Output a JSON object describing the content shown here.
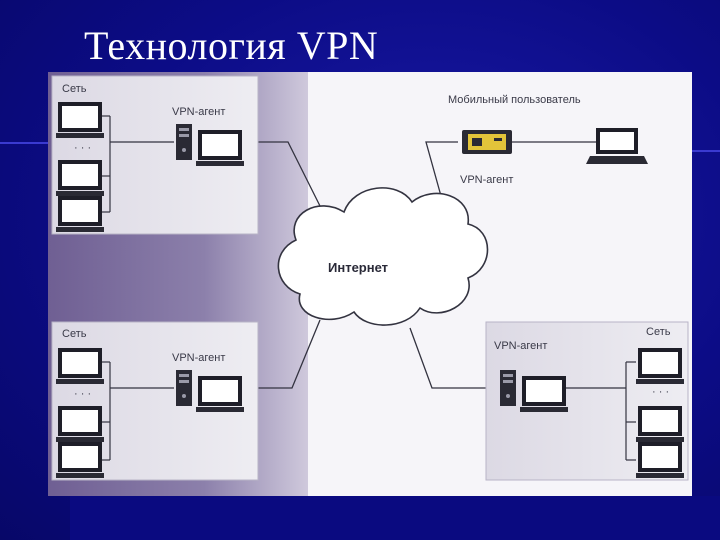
{
  "slide": {
    "title": "Технология VPN"
  },
  "diagram": {
    "cloud_label": "Интернет",
    "networks": [
      {
        "net_label": "Сеть",
        "agent_label": "VPN-агент",
        "ellipsis": "· · ·"
      },
      {
        "net_label": "Сеть",
        "agent_label": "VPN-агент",
        "ellipsis": "· · ·"
      },
      {
        "net_label": "Сеть",
        "agent_label": "VPN-агент",
        "ellipsis": "· · ·"
      }
    ],
    "mobile": {
      "label": "Мобильный пользователь",
      "agent_label": "VPN-агент"
    }
  },
  "colors": {
    "slide_background": "#0a0a7a",
    "left_panel": "#7e6f9f",
    "network_box": "#e4e2ea",
    "line": "#333340"
  }
}
